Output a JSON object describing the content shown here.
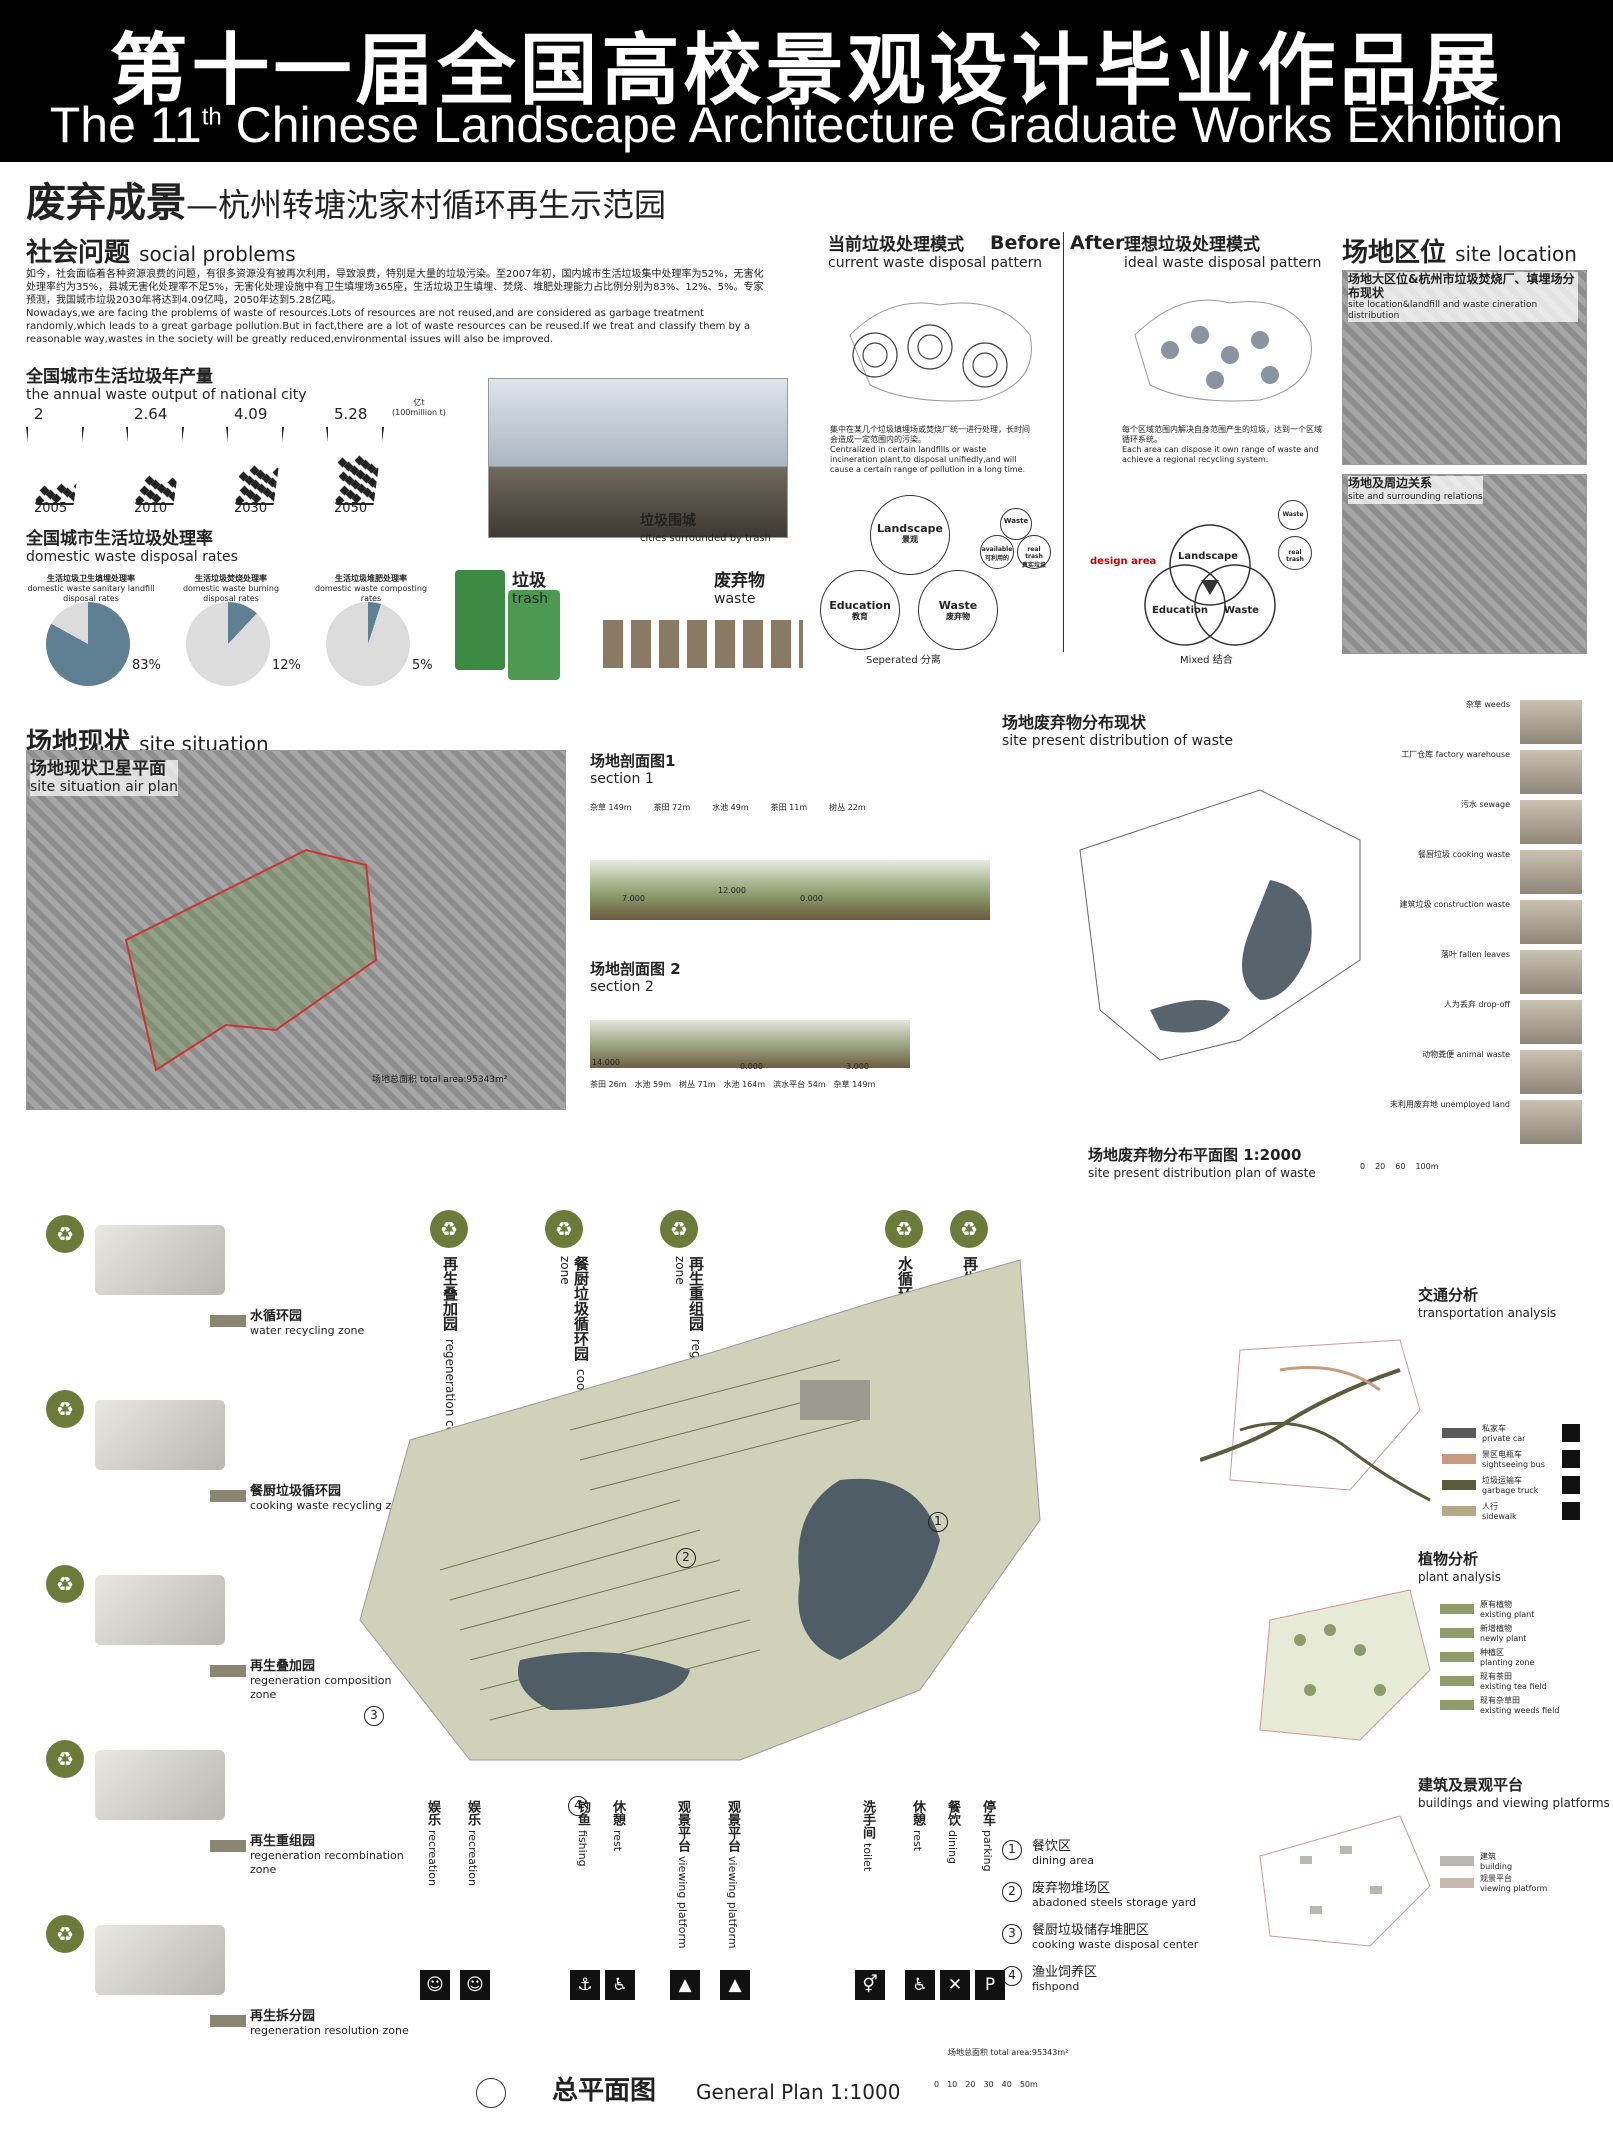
{
  "header": {
    "title_cn": "第十一届全国高校景观设计毕业作品展",
    "title_en_pre": "The 11",
    "title_en_sup": "th",
    "title_en_post": " Chinese Landscape Architecture Graduate Works Exhibition"
  },
  "project": {
    "title_main": "废弃成景",
    "title_sub": "—杭州转塘沈家村循环再生示范园"
  },
  "social": {
    "heading_cn": "社会问题",
    "heading_en": "social problems",
    "para_cn": "如今，社会面临着各种资源浪费的问题，有很多资源没有被再次利用，导致浪费，特别是大量的垃圾污染。至2007年初，国内城市生活垃圾集中处理率为52%，无害化处理率约为35%，县城无害化处理率不足5%，无害化处理设施中有卫生填埋场365座，生活垃圾卫生填埋、焚烧、堆肥处理能力占比例分别为83%、12%、5%。专家预测，我国城市垃圾2030年将达到4.09亿吨，2050年达到5.28亿吨。",
    "para_en": "Nowadays,we are facing the problems of waste of resources.Lots of resources are not reused,and are considered as garbage treatment randomly,which leads to a great garbage pollution.But in fact,there are a lot of waste resources can be reused.If we treat and classify them by a reasonable way,wastes in the society will be greatly reduced,environmental issues will also be improved.",
    "output_cn": "全国城市生活垃圾年产量",
    "output_en": "the annual waste output of national city",
    "unit": "亿t",
    "unit_en": "(100million t)",
    "output_values": [
      "2",
      "2.64",
      "4.09",
      "5.28"
    ],
    "output_years": [
      "2005",
      "2010",
      "2030",
      "2050"
    ],
    "rates_cn": "全国城市生活垃圾处理率",
    "rates_en": "domestic waste disposal rates",
    "pies": [
      {
        "label_cn": "生活垃圾卫生填埋处理率",
        "label_en": "domestic waste sanitary landfill disposal rates",
        "value": "83%",
        "pct": 83
      },
      {
        "label_cn": "生活垃圾焚烧处理率",
        "label_en": "domestic waste burning disposal rates",
        "value": "12%",
        "pct": 12
      },
      {
        "label_cn": "生活垃圾堆肥处理率",
        "label_en": "domestic waste composting rates",
        "value": "5%",
        "pct": 5
      }
    ],
    "city_cn": "垃圾围城",
    "city_en": "cities surrounded by trash",
    "trash_cn": "垃圾",
    "trash_en": "trash",
    "waste_cn": "废弃物",
    "waste_en": "waste"
  },
  "pattern": {
    "current_cn": "当前垃圾处理模式",
    "current_en": "current waste disposal pattern",
    "before": "Before",
    "after": "After",
    "ideal_cn": "理想垃圾处理模式",
    "ideal_en": "ideal waste disposal pattern",
    "current_desc_cn": "集中在某几个垃圾填埋场或焚烧厂统一进行处理，长时间会造成一定范围内的污染。",
    "current_desc_en": "Centralized in certain landfills or waste incineration plant,to disposal unifiedly,and will cause a certain range of pollution in a long time.",
    "ideal_desc_cn": "每个区域范围内解决自身范围产生的垃圾，达到一个区域循环系统。",
    "ideal_desc_en": "Each area can dispose it own range of waste and achieve a regional recycling system.",
    "landscape": "Landscape",
    "landscape_cn": "景观",
    "education": "Education",
    "education_cn": "教育",
    "waste": "Waste",
    "waste_cn": "废弃物",
    "available": "available",
    "available_cn": "可利用的",
    "real_trash": "real trash",
    "real_trash_cn": "真实垃圾",
    "seperated": "Seperated",
    "seperated_cn": "分离",
    "mixed": "Mixed",
    "mixed_cn": "结合",
    "design_area": "design area"
  },
  "location": {
    "heading_cn": "场地区位",
    "heading_en": "site location",
    "map1_cn": "场地大区位&杭州市垃圾焚烧厂、填埋场分布现状",
    "map1_en": "site location&landfill and waste cineration distribution",
    "map2_cn": "场地及周边关系",
    "map2_en": "site and surrounding relations"
  },
  "situation": {
    "heading_cn": "场地现状",
    "heading_en": "site situation",
    "air_cn": "场地现状卫星平面",
    "air_en": "site situation air plan",
    "area_label": "场地总面积  total area:95343m²",
    "section1_cn": "场地剖面图1",
    "section1_en": "section 1",
    "section1_top": [
      "杂草 149m",
      "茶田 72m",
      "水池 49m",
      "茶田 11m",
      "树丛 22m"
    ],
    "section1_levels": [
      "7.000",
      "12.000",
      "0.000"
    ],
    "section2_cn": "场地剖面图 2",
    "section2_en": "section 2",
    "section2_levels": [
      "14.000",
      "0.000",
      "3.000"
    ],
    "section2_bottom": [
      "茶田 26m",
      "水池 59m",
      "树丛 71m",
      "水池 164m",
      "滨水平台 54m",
      "杂草 149m"
    ]
  },
  "waste_dist": {
    "heading_cn": "场地废弃物分布现状",
    "heading_en": "site present distribution of waste",
    "plan_cn": "场地废弃物分布平面图 1:2000",
    "plan_en": "site present distribution plan of waste",
    "scale": [
      "0",
      "20",
      "60",
      "100m"
    ],
    "items": [
      {
        "cn": "杂草",
        "en": "weeds"
      },
      {
        "cn": "工厂仓库",
        "en": "factory warehouse"
      },
      {
        "cn": "污水",
        "en": "sewage"
      },
      {
        "cn": "餐厨垃圾",
        "en": "cooking waste"
      },
      {
        "cn": "建筑垃圾",
        "en": "construction waste"
      },
      {
        "cn": "落叶",
        "en": "fallen leaves"
      },
      {
        "cn": "人为丢弃",
        "en": "drop-off"
      },
      {
        "cn": "动物粪便",
        "en": "animal waste"
      },
      {
        "cn": "未利用废弃地",
        "en": "unemployed land"
      }
    ]
  },
  "zones_left": [
    {
      "cn": "水循环园",
      "en": "water recycling zone"
    },
    {
      "cn": "餐厨垃圾循环园",
      "en": "cooking waste recycling zone"
    },
    {
      "cn": "再生叠加园",
      "en": "regeneration composition zone"
    },
    {
      "cn": "再生重组园",
      "en": "regeneration recombination zone"
    },
    {
      "cn": "再生拆分园",
      "en": "regeneration resolution zone"
    }
  ],
  "zones_top": [
    {
      "cn": "再生叠加园",
      "en": "regeneration composition zone"
    },
    {
      "cn": "餐厨垃圾循环园",
      "en": "cooking waste recycling zone"
    },
    {
      "cn": "再生重组园",
      "en": "regeneration recombination zone"
    },
    {
      "cn": "水循环园",
      "en": "water recycling zone"
    },
    {
      "cn": "再生拆分园",
      "en": "regeneration resolution zone"
    }
  ],
  "facilities": [
    {
      "cn": "娱乐",
      "en": "recreation"
    },
    {
      "cn": "娱乐",
      "en": "recreation"
    },
    {
      "cn": "钓鱼",
      "en": "fishing"
    },
    {
      "cn": "休憩",
      "en": "rest"
    },
    {
      "cn": "观景平台",
      "en": "viewing platform"
    },
    {
      "cn": "观景平台",
      "en": "viewing platform"
    },
    {
      "cn": "洗手间",
      "en": "toilet"
    },
    {
      "cn": "休憩",
      "en": "rest"
    },
    {
      "cn": "餐饮",
      "en": "dining"
    },
    {
      "cn": "停车",
      "en": "parking"
    }
  ],
  "numbered": [
    {
      "n": "1",
      "cn": "餐饮区",
      "en": "dining area"
    },
    {
      "n": "2",
      "cn": "废弃物堆场区",
      "en": "abadoned steels storage yard"
    },
    {
      "n": "3",
      "cn": "餐厨垃圾储存堆肥区",
      "en": "cooking waste disposal center"
    },
    {
      "n": "4",
      "cn": "渔业饲养区",
      "en": "fishpond"
    }
  ],
  "plan": {
    "title_cn": "总平面图",
    "title_en": "General Plan 1:1000",
    "total_area": "场地总面积  total area:95343m²",
    "scale": [
      "0",
      "10",
      "20",
      "30",
      "40",
      "50m"
    ]
  },
  "analysis": {
    "transport_cn": "交通分析",
    "transport_en": "transportation analysis",
    "transport_legend": [
      {
        "cn": "私家车",
        "en": "private car",
        "color": "#5a5a5a"
      },
      {
        "cn": "景区电瓶车",
        "en": "sightseeing bus",
        "color": "#c89a80"
      },
      {
        "cn": "垃圾运输车",
        "en": "garbage truck",
        "color": "#5b5a3c"
      },
      {
        "cn": "人行",
        "en": "sidewalk",
        "color": "#b4aa88"
      }
    ],
    "plant_cn": "植物分析",
    "plant_en": "plant analysis",
    "plant_legend": [
      {
        "cn": "原有植物",
        "en": "existing plant"
      },
      {
        "cn": "新增植物",
        "en": "newly plant"
      },
      {
        "cn": "种植区",
        "en": "planting zone"
      },
      {
        "cn": "现有茶田",
        "en": "existing tea field"
      },
      {
        "cn": "现有杂草田",
        "en": "existing weeds field"
      }
    ],
    "buildings_cn": "建筑及景观平台",
    "buildings_en": "buildings and viewing platforms",
    "buildings_legend": [
      {
        "cn": "建筑",
        "en": "building"
      },
      {
        "cn": "观景平台",
        "en": "viewing platform"
      }
    ]
  }
}
